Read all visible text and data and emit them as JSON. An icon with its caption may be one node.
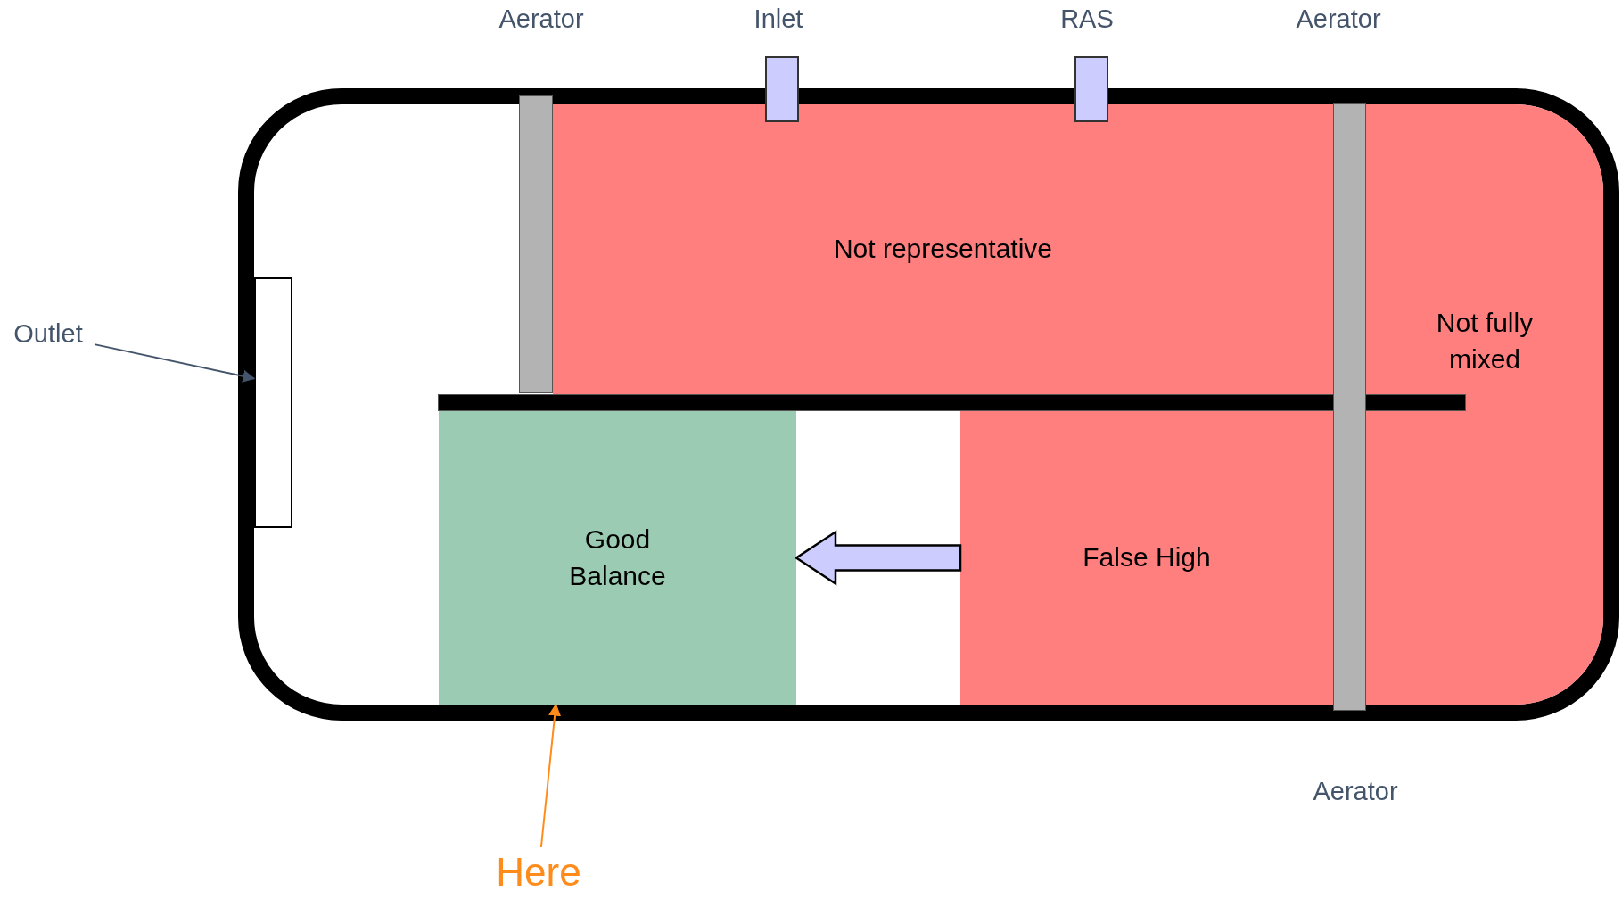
{
  "diagram": {
    "nodes": [
      {
        "text": [],
        "shape": "box"
      },
      {
        "text": [],
        "shape": "box",
        "in": 0
      },
      {
        "text": [],
        "shape": "bar",
        "in": 0,
        "beside": [
          "Aerator"
        ]
      },
      {
        "text": [],
        "shape": "box",
        "beside": [
          "Inlet"
        ]
      },
      {
        "text": [],
        "shape": "box",
        "beside": [
          "RAS"
        ]
      },
      {
        "text": [],
        "shape": "bar",
        "in": 0,
        "beside": [
          "Aerator",
          "Aerator"
        ]
      },
      {
        "text": [
          "Not representative"
        ],
        "in": 0
      },
      {
        "text": [
          "Not fully mixed"
        ],
        "in": 0
      },
      {
        "text": [
          "Good Balance"
        ],
        "in": 0
      },
      {
        "text": [
          "False High"
        ],
        "in": 0
      },
      {
        "text": [
          "Outlet"
        ]
      },
      {
        "text": [
          "Here"
        ]
      },
      {
        "text": [],
        "shape": "bar",
        "in": 0
      }
    ],
    "edges": [
      {
        "from": 10,
        "to": 1,
        "arrow": "to",
        "color": "#44546a"
      },
      {
        "from": 11,
        "to": 8,
        "arrow": "to",
        "color": "#ff8c1a"
      },
      {
        "from": 9,
        "to": 8,
        "arrow": "to",
        "style": "thick",
        "color": "#ccccff"
      }
    ]
  }
}
